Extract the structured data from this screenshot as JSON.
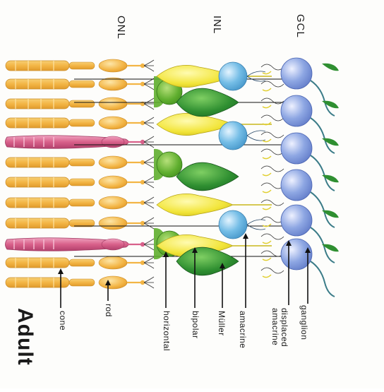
{
  "figure": {
    "title": "Adult",
    "layers": [
      {
        "key": "gcl",
        "label": "GCL"
      },
      {
        "key": "inl",
        "label": "INL"
      },
      {
        "key": "onl",
        "label": "ONL"
      }
    ],
    "cell_types": [
      {
        "key": "ganglion",
        "lines": [
          "ganglion"
        ]
      },
      {
        "key": "displaced-amacrine",
        "lines": [
          "displaced",
          "amacrine"
        ]
      },
      {
        "key": "amacrine",
        "lines": [
          "amacrine"
        ]
      },
      {
        "key": "muller",
        "lines": [
          "Müller"
        ]
      },
      {
        "key": "bipolar",
        "lines": [
          "bipolar"
        ]
      },
      {
        "key": "horizontal",
        "lines": [
          "horizontal"
        ]
      },
      {
        "key": "rod",
        "lines": [
          "rod"
        ]
      },
      {
        "key": "cone",
        "lines": [
          "cone"
        ]
      }
    ]
  },
  "colors": {
    "rod": "#f3b545",
    "cone": "#d8608a",
    "bipolar": "#f2e53a",
    "muller": "#2f8f31",
    "horizontal": "#5fae2e",
    "amacrine": "#74bde6",
    "ganglion": "#8ea7e3",
    "axon": "#3b7c88",
    "line": "#111111"
  }
}
